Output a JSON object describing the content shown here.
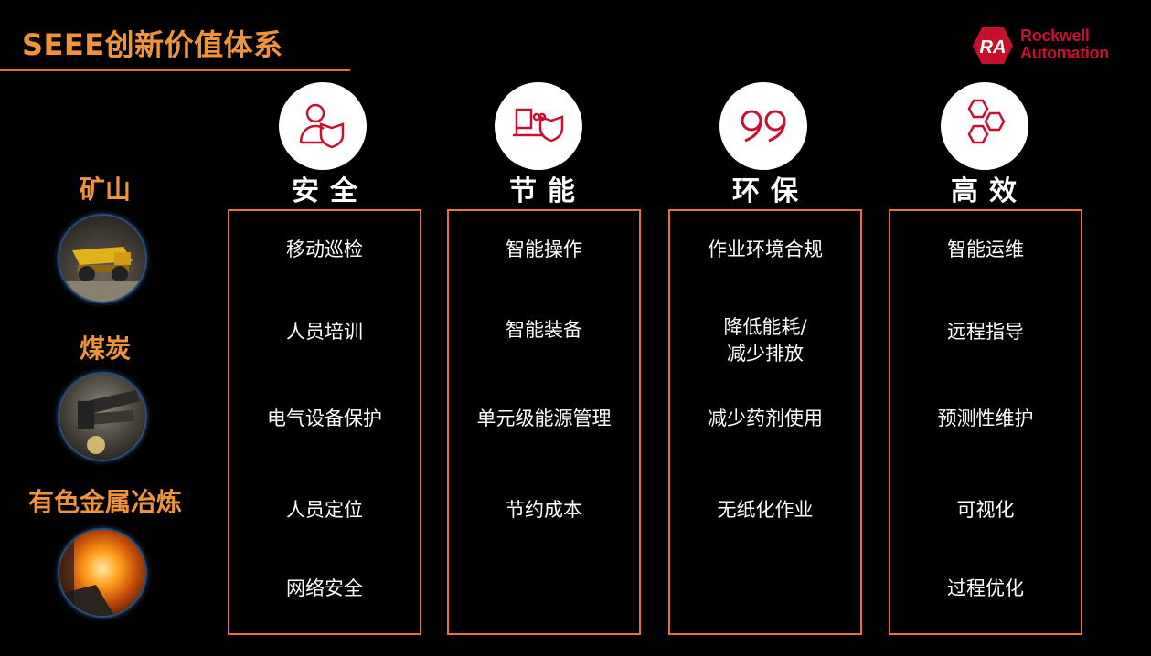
{
  "title": "SEEE创新价值体系",
  "logo": {
    "line1": "Rockwell",
    "line2": "Automation",
    "mark": "RA"
  },
  "industries": [
    {
      "label": "矿山",
      "icon": "mining-truck-icon"
    },
    {
      "label": "煤炭",
      "icon": "coal-drill-icon"
    },
    {
      "label": "有色金属冶炼",
      "icon": "smelting-icon"
    }
  ],
  "columns": [
    {
      "title": "安全",
      "icon": "person-shield-icon",
      "items": [
        "移动巡检",
        "人员培训",
        "电气设备保护",
        "人员定位",
        "网络安全"
      ]
    },
    {
      "title": "节能",
      "icon": "device-shield-icon",
      "items": [
        "智能操作",
        "智能装备",
        "单元级能源管理",
        "节约成本"
      ]
    },
    {
      "title": "环保",
      "icon": "quote-marks-icon",
      "items": [
        "作业环境合规",
        "降低能耗/\n减少排放",
        "减少药剂使用",
        "无纸化作业"
      ]
    },
    {
      "title": "高效",
      "icon": "hexagons-icon",
      "items": [
        "智能运维",
        "远程指导",
        "预测性维护",
        "可视化",
        "过程优化"
      ]
    }
  ],
  "colors": {
    "accent": "#f0943c",
    "border": "#e8703a",
    "icon": "#c8102e",
    "background": "#000000"
  }
}
